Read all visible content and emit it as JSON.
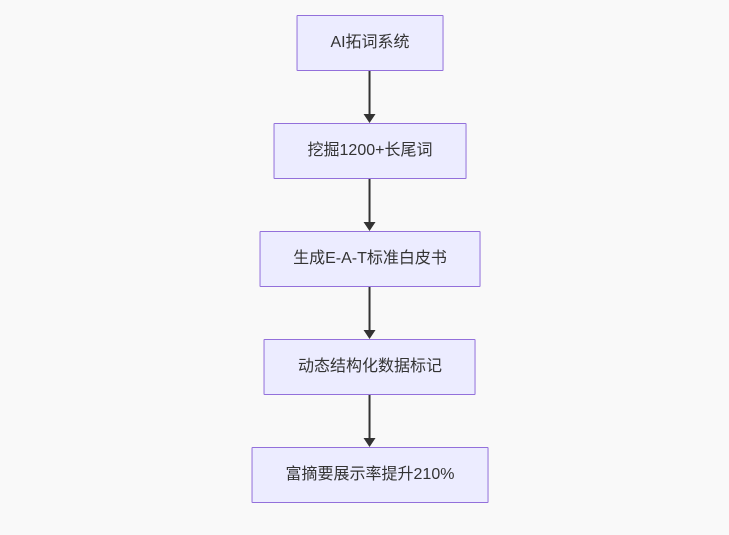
{
  "flowchart": {
    "type": "flowchart",
    "direction": "top-down",
    "background_color": "#f9f9f9",
    "node_fill_color": "#ECECFF",
    "node_border_color": "#9370DB",
    "text_color": "#333333",
    "arrow_color": "#333333",
    "nodes": [
      {
        "id": 0,
        "label": "AI拓词系统"
      },
      {
        "id": 1,
        "label": "挖掘1200+长尾词"
      },
      {
        "id": 2,
        "label": "生成E-A-T标准白皮书"
      },
      {
        "id": 3,
        "label": "动态结构化数据标记"
      },
      {
        "id": 4,
        "label": "富摘要展示率提升210%"
      }
    ],
    "edges": [
      {
        "from": 0,
        "to": 1,
        "style": "arrow-down"
      },
      {
        "from": 1,
        "to": 2,
        "style": "arrow-down"
      },
      {
        "from": 2,
        "to": 3,
        "style": "arrow-down"
      },
      {
        "from": 3,
        "to": 4,
        "style": "arrow-down"
      }
    ]
  }
}
